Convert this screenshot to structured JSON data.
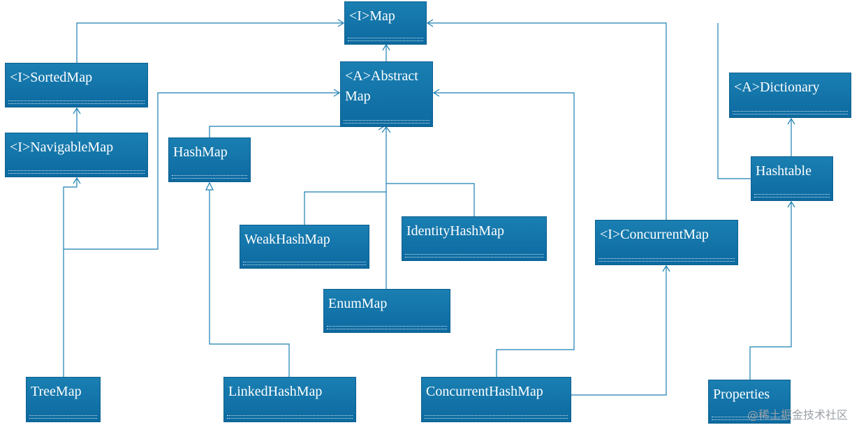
{
  "classes": {
    "map": "<I>Map",
    "sorted_map": "<I>SortedMap",
    "navigable_map": "<I>NavigableMap",
    "abstract_map": "<A>AbstractMap",
    "hash_map": "HashMap",
    "weak_hash_map": "WeakHashMap",
    "identity_hash_map": "IdentityHashMap",
    "enum_map": "EnumMap",
    "dictionary": "<A>Dictionary",
    "hashtable": "Hashtable",
    "concurrent_map": "<I>ConcurrentMap",
    "tree_map": "TreeMap",
    "linked_hash_map": "LinkedHashMap",
    "concurrent_hash_map": "ConcurrentHashMap",
    "properties": "Properties"
  },
  "watermark": "@稀土掘金技术社区",
  "colors": {
    "box_fill": "#1a7fb2",
    "line": "#1a7fb2",
    "text": "#ffffff"
  }
}
